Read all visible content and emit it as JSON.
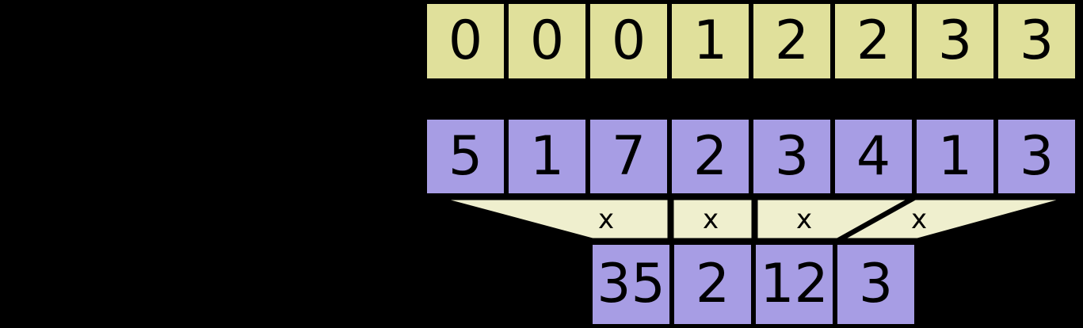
{
  "diagram": {
    "title": "segmented-multiply-reduction",
    "background_color": "#000000",
    "segment_row": {
      "name": "segment-indices",
      "fill_color": "#e0e09b",
      "cells": [
        "0",
        "0",
        "0",
        "1",
        "2",
        "2",
        "3",
        "3"
      ]
    },
    "values_row": {
      "name": "input-values",
      "fill_color": "#a79de4",
      "cells": [
        "5",
        "1",
        "7",
        "2",
        "3",
        "4",
        "1",
        "3"
      ]
    },
    "connector": {
      "name": "reduction-connector",
      "fill_color": "#efefce",
      "operator_symbol": "x",
      "operators": [
        "x",
        "x",
        "x",
        "x"
      ]
    },
    "output_row": {
      "name": "reduced-products",
      "fill_color": "#a79de4",
      "cells": [
        "35",
        "2",
        "12",
        "3"
      ]
    }
  }
}
